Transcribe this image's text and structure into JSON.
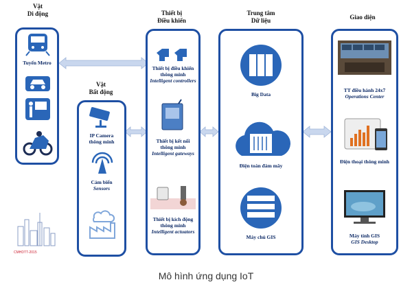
{
  "headers": {
    "mobile": [
      "Vật",
      "Di động"
    ],
    "static": [
      "Vật",
      "Bất động"
    ],
    "control": [
      "Thiết bị",
      "Điều khiển"
    ],
    "datacenter": [
      "Trung tâm",
      "Dữ liệu"
    ],
    "interface": [
      "Giao diện"
    ]
  },
  "mobile": {
    "metro_label": "Tuyến Metro"
  },
  "static": {
    "camera": [
      "IP Camera",
      "thông minh"
    ],
    "sensor": [
      "Cảm biến",
      "Sensors"
    ]
  },
  "control": {
    "controllers": [
      "Thiết bị điều khiển",
      "thông minh",
      "Intelligent controllers"
    ],
    "gateways": [
      "Thiết bị kết nối",
      "thông minh",
      "Intelligent gateways"
    ],
    "actuators": [
      "Thiết bị kích động",
      "thông minh",
      "Intelligent actuators"
    ]
  },
  "datacenter": {
    "bigdata": "Big Data",
    "cloud": "Điện toán đám mây",
    "gis": "Máy chủ GIS"
  },
  "interface": {
    "ops": [
      "TT điều hành 24x7",
      "Operations Center"
    ],
    "phone": "Điện thoại thông minh",
    "gis_desktop": [
      "Máy tính GIS",
      "GIS Desktop"
    ]
  },
  "credit": "CMHDTT-2015",
  "caption": "Mô hình ứng dụng IoT",
  "colors": {
    "border": "#1e4fa3",
    "icon": "#2a66b8",
    "arrow": "#c9d7ee"
  }
}
